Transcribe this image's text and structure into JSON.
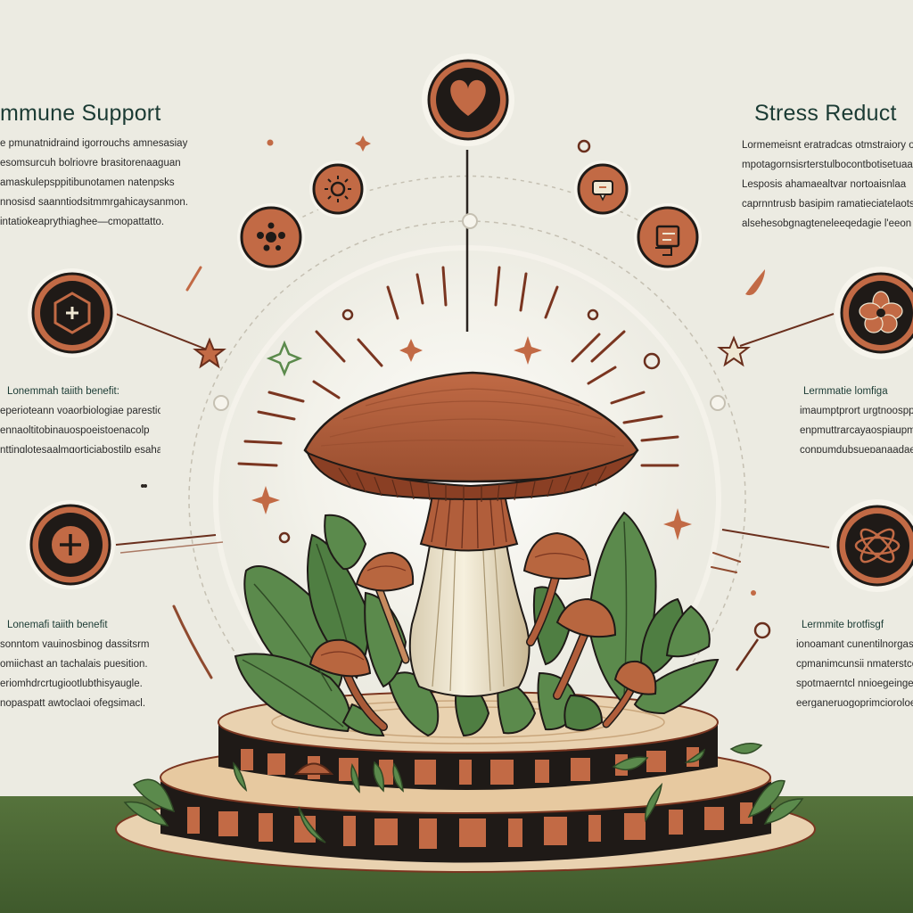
{
  "colors": {
    "background": "#ecebe2",
    "ground": "#4f6a36",
    "terracotta": "#c26a45",
    "dark": "#1f1a17",
    "leaf": "#5b8a4c",
    "stem": "#efe7d2",
    "heading": "#1b3b34"
  },
  "headings": {
    "left": "mmune Support",
    "right": "Stress Reduct"
  },
  "texts": {
    "left_top": [
      "e pmunatnidraind igorrouchs amnesasiay",
      "esomsurcuh bolriovre brasitorenaaguan",
      "amaskulepsppitibunotamen natenpsks",
      "nnosisd saanntiodsitmmrgahicaysanmon.",
      "intatiokeaprythiaghee—cmopattatto."
    ],
    "left_mid_title": "Lonemmah taiith benefit:",
    "left_mid": [
      "eperioteann voaorbiologiae parestiom",
      "ennaoltitobinauospoeistoenacolp",
      "nttinglotesaalmgorticjabostilp esahange."
    ],
    "left_bot_title": "Lonemafi taiith benefit",
    "left_bot": [
      "sonntom vauinosbinog dassitsrm",
      "omiichast an tachalais puesition.",
      "eriomhdrcrtugiootlubthisyaugle.",
      "nopaspatt awtoclaoi ofegsimacl."
    ],
    "right_top": [
      "Lormemeisnt eratradcas otmstraiory ocathe",
      "mpotagornsisrterstulbocontbotisetuaan",
      "Lesposis ahamaealtvar nortoaisnlaa",
      "caprnntrusb basipim ramatieciatelaotsdbwos",
      "alsehesobgnagteneleeqedagie l'eeon"
    ],
    "right_mid_title": "Lermmatie lomfiga",
    "right_mid": [
      "imaumptprort urgtnoosppersilismas",
      "enpmuttrarcayaospiaupmrtsenane",
      "conpumdubsuepanaadaepnisaraaite"
    ],
    "right_bot_title": "Lermmite brotfisgf",
    "right_bot": [
      "ionoamant cunentilnorgasnne",
      "cpmanimcunsii nmaterstcopdma",
      "spotmaerntcl nnioegeingelunte",
      "eerganeruogoprimcioroloe"
    ]
  },
  "icons": {
    "top": "heart-icon",
    "left_1": "hexagon-plus-icon",
    "left_2": "plus-circle-icon",
    "right_1": "flower-icon",
    "right_2": "atom-icon",
    "arc_left_outer": "spore-icon",
    "arc_left_inner": "sun-icon",
    "arc_right_inner": "speech-bubble-icon",
    "arc_right_outer": "clipboard-icon"
  }
}
